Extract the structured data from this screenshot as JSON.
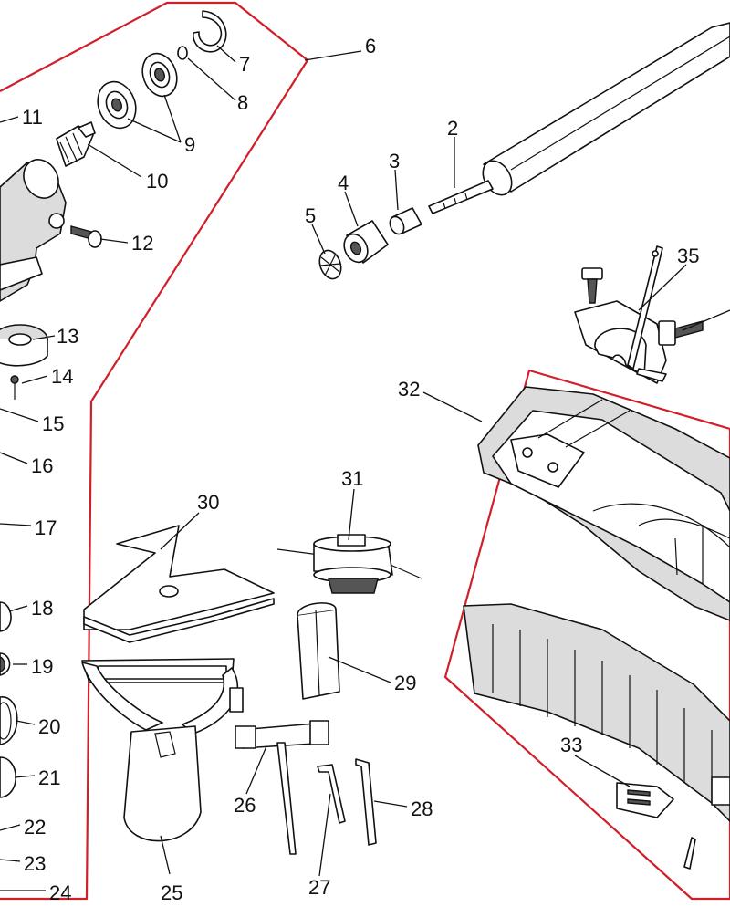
{
  "diagram": {
    "group_border_color": "#d11f2a",
    "line_color": "#111111",
    "callouts": [
      {
        "id": "c2",
        "label": "2"
      },
      {
        "id": "c3",
        "label": "3"
      },
      {
        "id": "c4",
        "label": "4"
      },
      {
        "id": "c5",
        "label": "5"
      },
      {
        "id": "c6",
        "label": "6"
      },
      {
        "id": "c7",
        "label": "7"
      },
      {
        "id": "c8",
        "label": "8"
      },
      {
        "id": "c9",
        "label": "9"
      },
      {
        "id": "c10",
        "label": "10"
      },
      {
        "id": "c11",
        "label": "11"
      },
      {
        "id": "c12",
        "label": "12"
      },
      {
        "id": "c13",
        "label": "13"
      },
      {
        "id": "c14",
        "label": "14"
      },
      {
        "id": "c15",
        "label": "15"
      },
      {
        "id": "c16",
        "label": "16"
      },
      {
        "id": "c17",
        "label": "17"
      },
      {
        "id": "c18",
        "label": "18"
      },
      {
        "id": "c19",
        "label": "19"
      },
      {
        "id": "c20",
        "label": "20"
      },
      {
        "id": "c21",
        "label": "21"
      },
      {
        "id": "c22",
        "label": "22"
      },
      {
        "id": "c23",
        "label": "23"
      },
      {
        "id": "c24",
        "label": "24"
      },
      {
        "id": "c25",
        "label": "25"
      },
      {
        "id": "c26",
        "label": "26"
      },
      {
        "id": "c27",
        "label": "27"
      },
      {
        "id": "c28",
        "label": "28"
      },
      {
        "id": "c29",
        "label": "29"
      },
      {
        "id": "c30",
        "label": "30"
      },
      {
        "id": "c31",
        "label": "31"
      },
      {
        "id": "c32",
        "label": "32"
      },
      {
        "id": "c33",
        "label": "33"
      },
      {
        "id": "c35",
        "label": "35"
      }
    ]
  }
}
